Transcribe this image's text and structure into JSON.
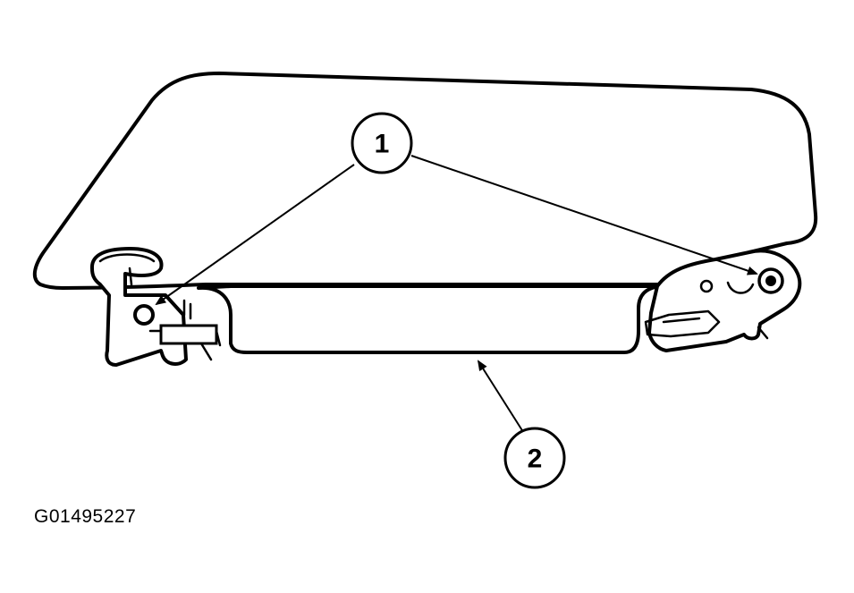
{
  "callouts": [
    {
      "id": "1"
    },
    {
      "id": "2"
    }
  ],
  "figure_id": "G01495227",
  "colors": {
    "line": "#000000",
    "background": "#ffffff"
  }
}
